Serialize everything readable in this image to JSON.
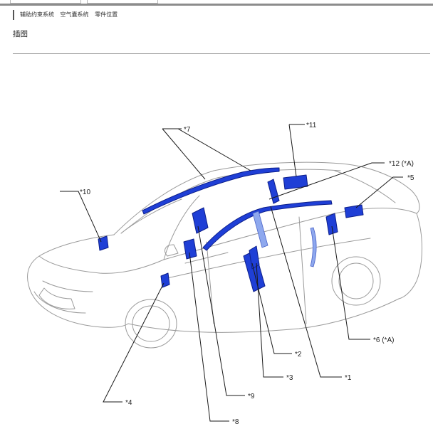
{
  "breadcrumb": {
    "items": [
      "辅助约束系统",
      "空气囊系统",
      "零件位置"
    ]
  },
  "page_title": "插图",
  "callouts": {
    "c1": "*1",
    "c2": "*2",
    "c3": "*3",
    "c4": "*4",
    "c5": "*5",
    "c6": "*6 (*A)",
    "c7": "*7",
    "c8": "*8",
    "c9": "*9",
    "c10": "*10",
    "c11": "*11",
    "c12": "*12 (*A)"
  },
  "colors": {
    "highlight": "#1f3fd6",
    "outline": "#9a9a9a",
    "leader": "#1a1a1a"
  }
}
